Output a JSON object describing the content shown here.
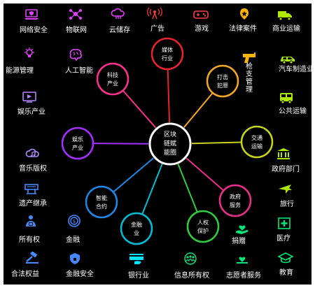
{
  "center": {
    "lines": [
      "区块",
      "链赋",
      "能圈"
    ]
  },
  "spokes": [
    {
      "id": "media",
      "lines": [
        "媒体",
        "行业"
      ],
      "color": "#e8232b"
    },
    {
      "id": "crime",
      "lines": [
        "打击",
        "犯罪"
      ],
      "color": "#f5a623"
    },
    {
      "id": "traffic",
      "lines": [
        "交通",
        "运输"
      ],
      "color": "#c7d41a"
    },
    {
      "id": "gov",
      "lines": [
        "政府",
        "服务"
      ],
      "color": "#ea2e8a"
    },
    {
      "id": "rights",
      "lines": [
        "人权",
        "保护"
      ],
      "color": "#2ecc40"
    },
    {
      "id": "finance",
      "lines": [
        "金融",
        "业"
      ],
      "color": "#00bcd4"
    },
    {
      "id": "contract",
      "lines": [
        "智能",
        "合约"
      ],
      "color": "#1e88e5"
    },
    {
      "id": "ent",
      "lines": [
        "娱乐",
        "产业"
      ],
      "color": "#a230ff"
    },
    {
      "id": "tech",
      "lines": [
        "科技",
        "产业"
      ],
      "color": "#ff2f8f"
    }
  ],
  "items": {
    "net_security": {
      "label": "网络安全",
      "icon": "laptop-shield-icon",
      "color": "#e040fb"
    },
    "iot": {
      "label": "物联网",
      "icon": "network-icon",
      "color": "#e040fb"
    },
    "cloud": {
      "label": "云储存",
      "icon": "cloud-icon",
      "color": "#e040fb"
    },
    "ads": {
      "label": "广告",
      "icon": "broadcast-icon",
      "color": "#ff3d3d"
    },
    "games": {
      "label": "游戏",
      "icon": "gamepad-icon",
      "color": "#ff3d3d"
    },
    "law": {
      "label": "法律案件",
      "icon": "badge-icon",
      "color": "#ffb300"
    },
    "freight": {
      "label": "商业运输",
      "icon": "truck-icon",
      "color": "#aeea00"
    },
    "energy": {
      "label": "能源管理",
      "icon": "bulb-icon",
      "color": "#e040fb"
    },
    "ai": {
      "label": "人工智能",
      "icon": "brain-icon",
      "color": "#e040fb"
    },
    "guns": {
      "label": "枪支管理",
      "icon": "gun-icon",
      "color": "#ffb300"
    },
    "auto": {
      "label": "汽车制造业",
      "icon": "car-icon",
      "color": "#aeea00"
    },
    "ent_industry": {
      "label": "娱乐产业",
      "icon": "screen-icon",
      "color": "#b388ff"
    },
    "transit": {
      "label": "公共运输",
      "icon": "bus-icon",
      "color": "#aeea00"
    },
    "music": {
      "label": "音乐版权",
      "icon": "music-cloud-icon",
      "color": "#b388ff"
    },
    "gov_dept": {
      "label": "政府部门",
      "icon": "building-icon",
      "color": "#aeea00"
    },
    "inherit": {
      "label": "遗产继承",
      "icon": "register-icon",
      "color": "#448aff"
    },
    "travel": {
      "label": "旅行",
      "icon": "plane-icon",
      "color": "#aeea00"
    },
    "ownership": {
      "label": "所有权",
      "icon": "user-lock-icon",
      "color": "#448aff"
    },
    "fin": {
      "label": "金融",
      "icon": "coins-icon",
      "color": "#448aff"
    },
    "donate": {
      "label": "捐赠",
      "icon": "hand-heart-icon",
      "color": "#00e676"
    },
    "medical": {
      "label": "医疗",
      "icon": "medical-kit-icon",
      "color": "#00e676"
    },
    "legal": {
      "label": "合法权益",
      "icon": "gavel-icon",
      "color": "#448aff"
    },
    "fin_sec": {
      "label": "金融安全",
      "icon": "shield-icon",
      "color": "#448aff"
    },
    "bank": {
      "label": "银行业",
      "icon": "bank-card-icon",
      "color": "#00e5ff"
    },
    "info": {
      "label": "信息所有权",
      "icon": "people-icon",
      "color": "#00e676"
    },
    "volunteer": {
      "label": "志愿者服务",
      "icon": "heart-hand-icon",
      "color": "#00e676"
    },
    "edu": {
      "label": "教育",
      "icon": "mortarboard-icon",
      "color": "#00e676"
    }
  }
}
